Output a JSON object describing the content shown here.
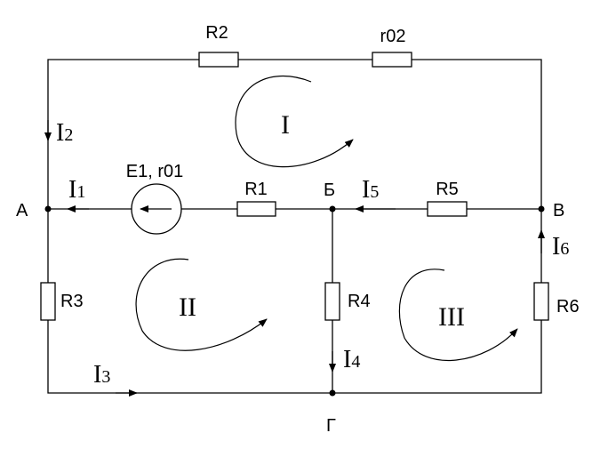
{
  "nodes": {
    "A": "А",
    "B": "Б",
    "V": "В",
    "G": "Г"
  },
  "components": {
    "R1": "R1",
    "R2": "R2",
    "R3": "R3",
    "R4": "R4",
    "R5": "R5",
    "R6": "R6",
    "r02": "r02",
    "E1": "E1, r01"
  },
  "currents": {
    "I1": {
      "main": "I",
      "sub": "1"
    },
    "I2": {
      "main": "I",
      "sub": "2"
    },
    "I3": {
      "main": "I",
      "sub": "3"
    },
    "I4": {
      "main": "I",
      "sub": "4"
    },
    "I5": {
      "main": "I",
      "sub": "5"
    },
    "I6": {
      "main": "I",
      "sub": "6"
    }
  },
  "loops": {
    "L1": "I",
    "L2": "II",
    "L3": "III"
  }
}
